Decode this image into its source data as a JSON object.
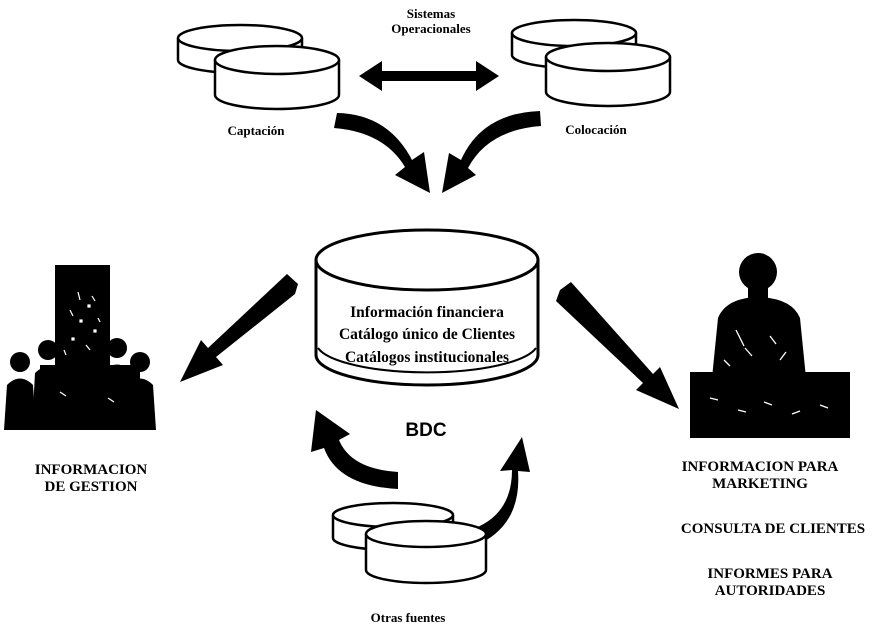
{
  "diagram": {
    "sources": {
      "captacion": "Captación",
      "colocacion": "Colocación",
      "operational_title_line1": "Sistemas",
      "operational_title_line2": "Operacionales",
      "otras_fuentes": "Otras fuentes"
    },
    "bdc": {
      "name": "BDC",
      "contents": [
        "Información financiera",
        "Catálogo único de Clientes",
        "Catálogos institucionales"
      ]
    },
    "outputs": {
      "gestion_line1": "INFORMACION",
      "gestion_line2": "DE GESTION",
      "marketing_line1": "INFORMACION PARA",
      "marketing_line2": "MARKETING",
      "consulta": "CONSULTA DE CLIENTES",
      "informes_line1": "INFORMES PARA",
      "informes_line2": "AUTORIDADES"
    }
  }
}
